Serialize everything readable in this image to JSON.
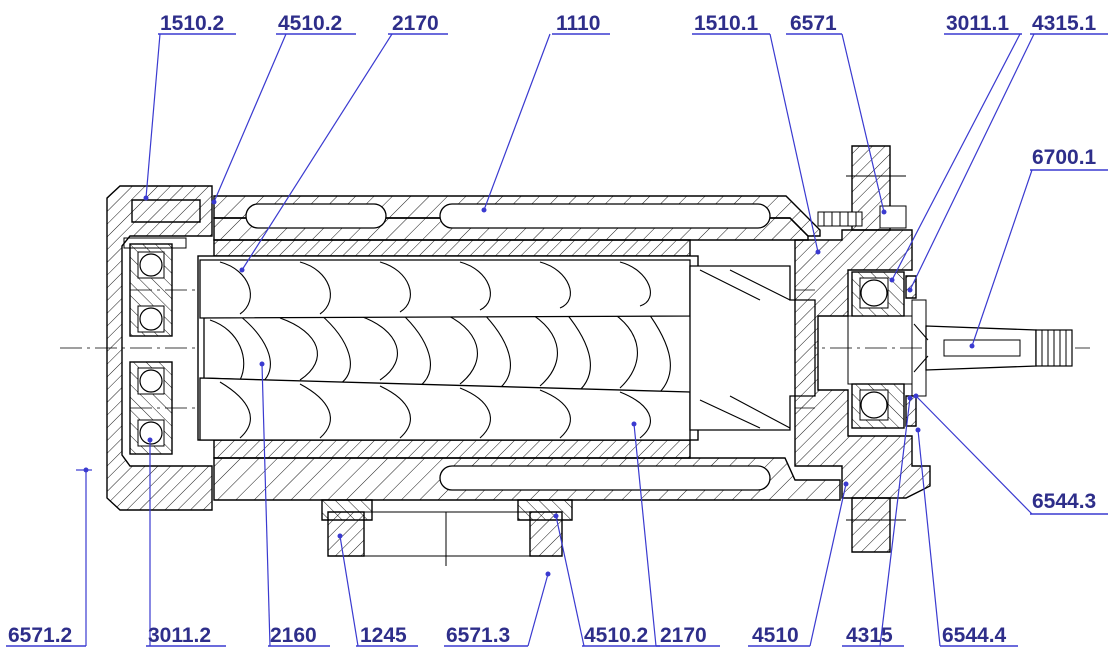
{
  "diagram": {
    "labels": {
      "l_1510_2": "1510.2",
      "l_4510_2_top": "4510.2",
      "l_2170_top": "2170",
      "l_1110": "1110",
      "l_1510_1": "1510.1",
      "l_6571": "6571",
      "l_3011_1": "3011.1",
      "l_4315_1": "4315.1",
      "l_6700_1": "6700.1",
      "l_6544_3": "6544.3",
      "l_6571_2": "6571.2",
      "l_3011_2": "3011.2",
      "l_2160": "2160",
      "l_1245": "1245",
      "l_6571_3": "6571.3",
      "l_4510_2_bottom": "4510.2",
      "l_2170_bottom": "2170",
      "l_4510": "4510",
      "l_4315": "4315",
      "l_6544_4": "6544.4"
    },
    "colors": {
      "label": "#2e2e8a",
      "leader": "#3a3ad0",
      "drawing": "#000000"
    }
  }
}
